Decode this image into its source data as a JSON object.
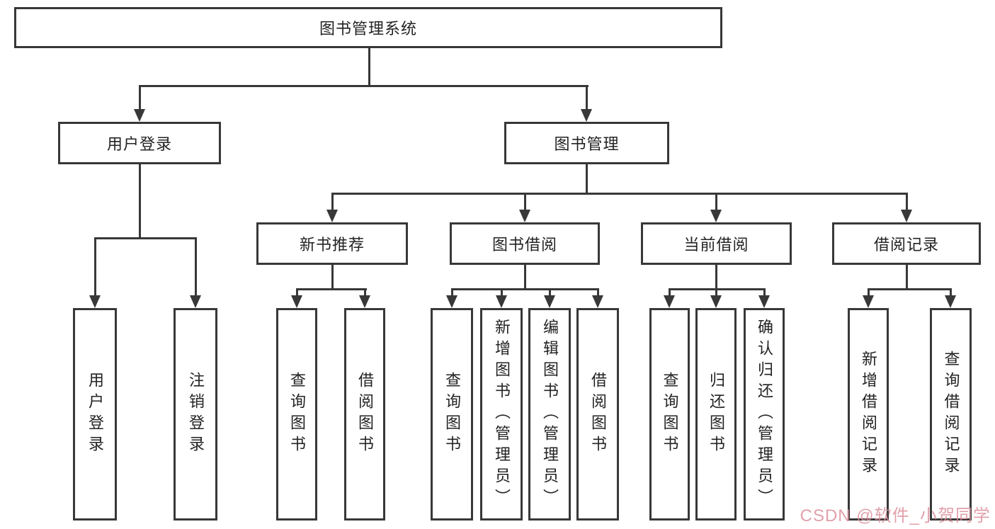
{
  "diagram": {
    "type": "org-tree-diagram",
    "title": "图书管理系统",
    "branches": [
      {
        "label": "用户登录",
        "children": [
          "用户登录",
          "注销登录"
        ]
      },
      {
        "label": "图书管理",
        "sections": [
          {
            "label": "新书推荐",
            "children": [
              "查询图书",
              "借阅图书"
            ]
          },
          {
            "label": "图书借阅",
            "children": [
              "查询图书",
              "新增图书（管理员）",
              "编辑图书（管理员）",
              "借阅图书"
            ]
          },
          {
            "label": "当前借阅",
            "children": [
              "查询图书",
              "归还图书",
              "确认归还（管理员）"
            ]
          },
          {
            "label": "借阅记录",
            "children": [
              "新增借阅记录",
              "查询借阅记录"
            ]
          }
        ]
      }
    ]
  },
  "watermark": {
    "text": "CSDN @软件_小贺同学",
    "color": "#DD8F9B"
  },
  "colors": {
    "line": "#383838",
    "node_border": "#383838",
    "node_fill": "#FFFFFF",
    "text": "#232323",
    "background": "#FFFFFF"
  }
}
